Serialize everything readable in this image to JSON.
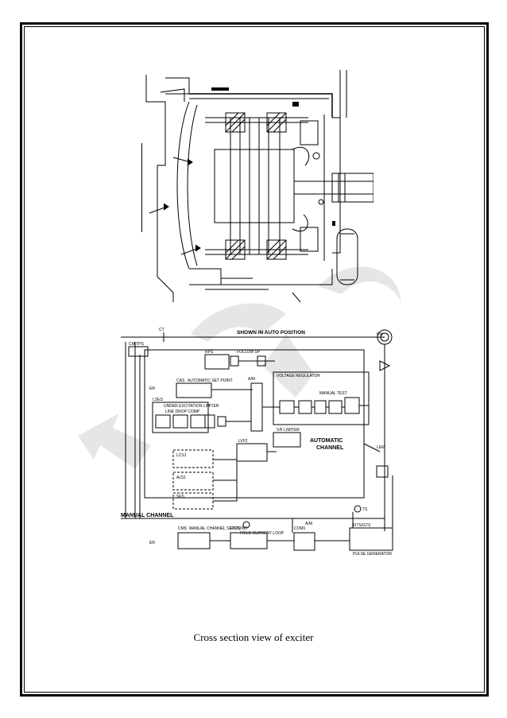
{
  "caption": "Cross section view of exciter",
  "block_diagram": {
    "header": "SHOWN IN AUTO POSITION",
    "auto_channel_line1": "AUTOMATIC",
    "auto_channel_line2": "CHANNEL",
    "manual_channel": "MANUAL CHANNEL",
    "labels": {
      "ct": "CT",
      "cm_tps": "CM TPS",
      "rps": "RPS",
      "follow_up": "FOLLOW UP",
      "cas": "CAS",
      "automatic_set_point": "AUTOMATIC SET POINT",
      "lses": "LSES",
      "under_excitation_limiter": "UNDER EXCITATION LIMITER",
      "line_drop_comp": "LINE DROP COMP",
      "voltage_regulator": "VOLTAGE REGULATOR",
      "manual_test": "MANUAL TEST",
      "am": "A/M",
      "lvf2": "LVF2",
      "vf_limiter": "V/F LIMITER",
      "lem": "LEM",
      "lcs1": "LCS1",
      "acs1": "AcS1",
      "ses": "SES",
      "cms": "CMS",
      "manual_channel_set_point": "MANUAL CHANNEL SET POINT",
      "rics": "RICS",
      "field_current_loop": "FIELD CURRENT LOOP",
      "com1": "COM1",
      "am2": "A/M",
      "fits_gts": "FITS/GTS",
      "pulse_generator": "PULSE GENERATOR",
      "pm": "PM",
      "ts": "TS",
      "er_top": "ER",
      "er_bottom": "ER"
    }
  },
  "colors": {
    "ink": "#000000",
    "paper": "#ffffff",
    "watermark": "#e4e4e4"
  }
}
